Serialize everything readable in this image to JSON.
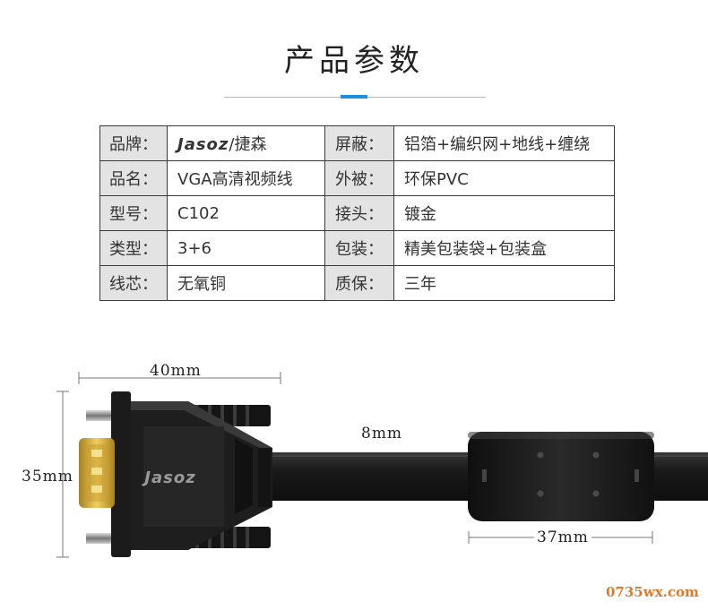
{
  "title": "产品参数",
  "spec_rows": [
    {
      "key1": "品牌：",
      "val1_logo": "Jasoz",
      "val1_text": "/捷森",
      "key2": "屏蔽：",
      "val2": "铝箔+编织网+地线+缠绕"
    },
    {
      "key1": "品名：",
      "val1": "VGA高清视频线",
      "key2": "外被：",
      "val2": "环保PVC"
    },
    {
      "key1": "型号：",
      "val1": "C102",
      "key2": "接头：",
      "val2": "镀金"
    },
    {
      "key1": "类型：",
      "val1": "3+6",
      "key2": "包装：",
      "val2": "精美包装袋+包装盒"
    },
    {
      "key1": "线芯：",
      "val1": "无氧铜",
      "key2": "质保：",
      "val2": "三年"
    }
  ],
  "dimensions": {
    "width_label": "40mm",
    "height_label": "35mm",
    "cable_label": "8mm",
    "ferrite_label": "37mm"
  },
  "connector_logo": "Jasoz",
  "watermark": "0735wx.com",
  "colors": {
    "accent": "#1f8fe0",
    "header_bg": "#e3e3e3",
    "connector": "#1e1e1e",
    "gold": "#d4a83a"
  }
}
